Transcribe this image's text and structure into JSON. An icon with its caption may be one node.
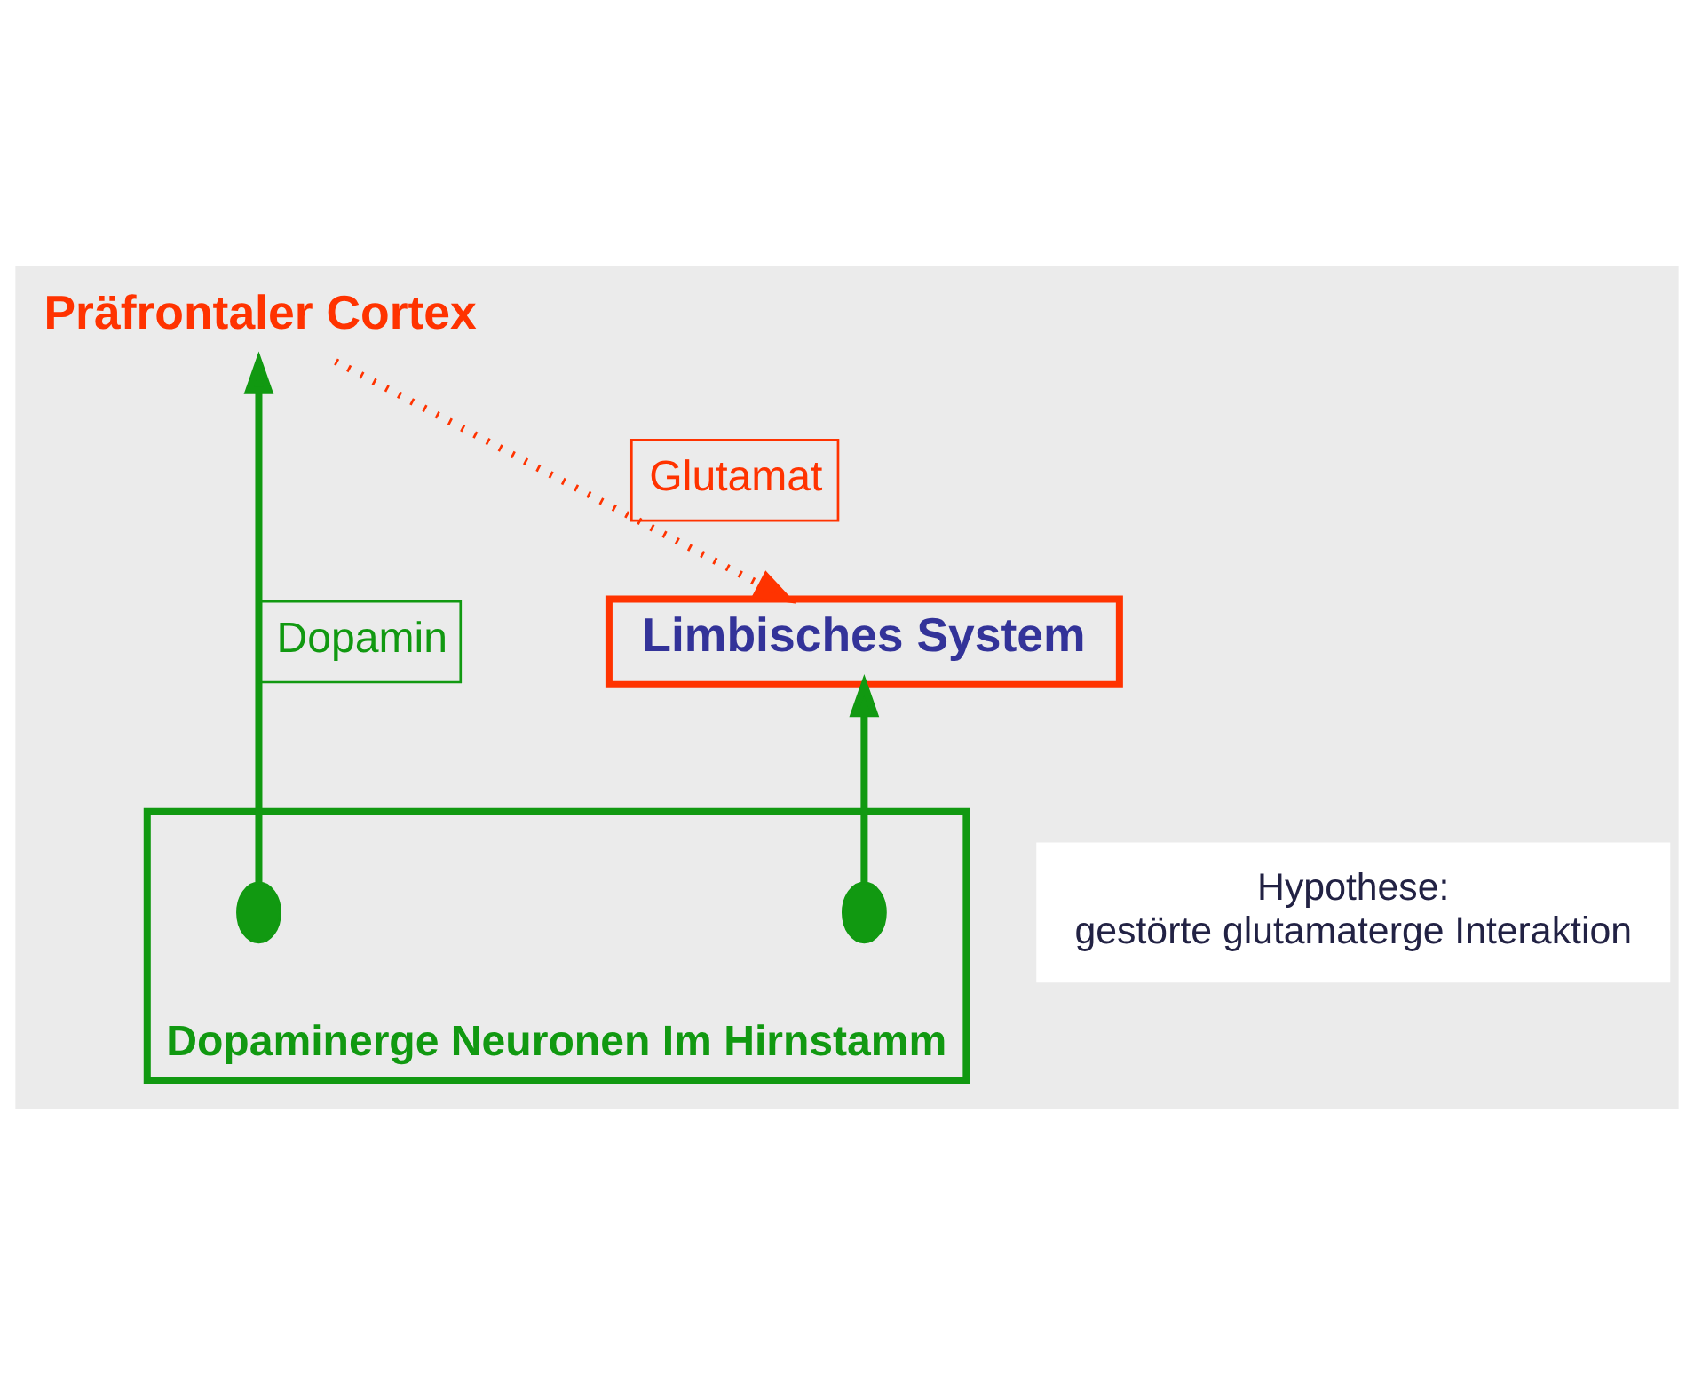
{
  "diagram": {
    "nodes": [
      {
        "text": [
          "Präfrontaler Cortex"
        ]
      },
      {
        "text": [
          "Limbisches System"
        ]
      },
      {
        "text": [
          "Dopaminerge Neuronen Im Hirnstamm"
        ]
      },
      {
        "text": [],
        "shape": "circle",
        "in": 2
      },
      {
        "text": [],
        "shape": "circle",
        "in": 2
      },
      {
        "text": [
          "Hypothese:",
          "gestörte glutamaterge Interaktion"
        ]
      }
    ],
    "edges": [
      {
        "from": 3,
        "to": 0,
        "arrow": "to",
        "label": "Dopamin"
      },
      {
        "from": 4,
        "to": 1,
        "arrow": "to"
      },
      {
        "from": 0,
        "to": 1,
        "arrow": "to",
        "label": "Glutamat",
        "style": "dashed",
        "color": "#ff3300"
      }
    ]
  }
}
